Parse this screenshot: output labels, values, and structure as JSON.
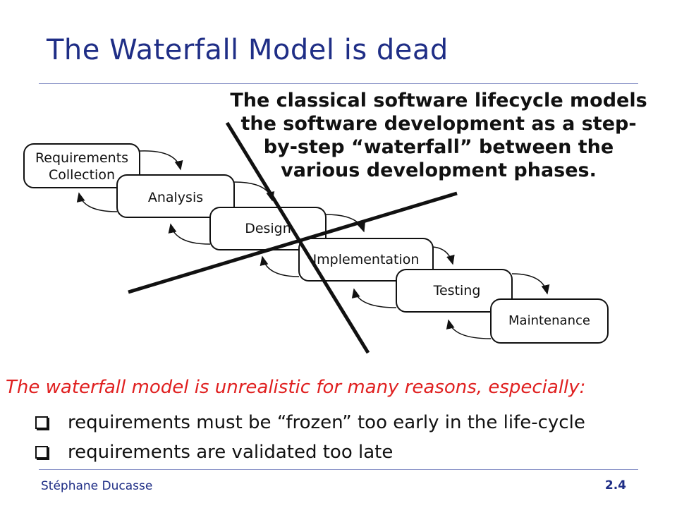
{
  "slide": {
    "title": "The Waterfall Model is dead",
    "intro_lines": [
      "The classical software lifecycle models",
      "the software development as a step-",
      "by-step “waterfall” between the",
      "various development phases."
    ],
    "diagram": {
      "phases": [
        "Requirements\nCollection",
        "Analysis",
        "Design",
        "Implementation",
        "Testing",
        "Maintenance"
      ]
    },
    "conclusion": "The waterfall model is unrealistic for many reasons, especially:",
    "bullets": [
      "requirements must be “frozen” too early in the life-cycle",
      "requirements are validated too late"
    ],
    "footer": {
      "author": "Stéphane Ducasse",
      "page": "2.4"
    }
  }
}
